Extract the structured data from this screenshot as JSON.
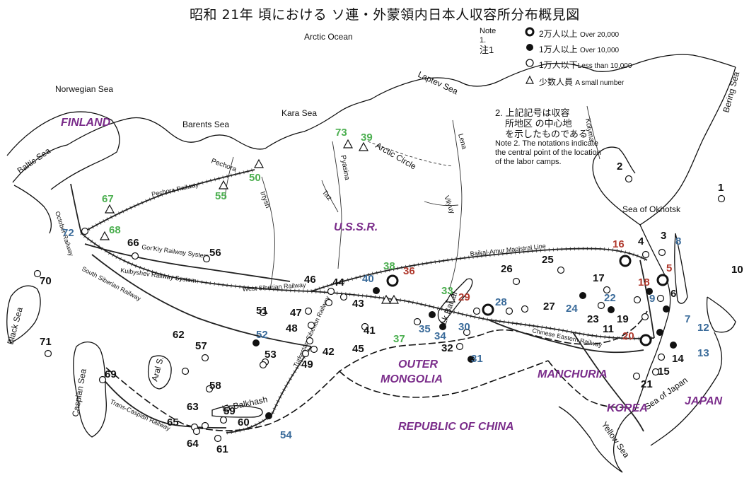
{
  "title": "昭和 21年 頃における ソ連・外蒙領内日本人収容所分布概見図",
  "legend": {
    "note1_en": "Note 1.",
    "note1_ja": "注1",
    "items": [
      {
        "ja": "2万人以上",
        "en": "Over 20,000",
        "symbol": "thick-ring"
      },
      {
        "ja": "1万人以上",
        "en": "Over 10,000",
        "symbol": "filled-circle"
      },
      {
        "ja": "1万人以下",
        "en": "Less than 10,000",
        "symbol": "open-circle"
      },
      {
        "ja": "少数人員",
        "en": "A small number",
        "symbol": "triangle"
      }
    ]
  },
  "note2": {
    "ja_line1": "2. 上記記号は収容",
    "ja_line2": "所地区 の中心地",
    "ja_line3": "を示したものである",
    "en_line1": "Note 2.  The notations indicate",
    "en_line2": "the central point of the location",
    "en_line3": "of the labor camps."
  },
  "regions": {
    "finland": "FINLAND",
    "ussr": "U.S.S.R.",
    "outer_mongolia_1": "OUTER",
    "outer_mongolia_2": "MONGOLIA",
    "manchuria": "MANCHURIA",
    "korea": "KOREA",
    "japan": "JAPAN",
    "china": "REPUBLIC OF CHINA"
  },
  "seas": {
    "arctic_ocean": "Arctic Ocean",
    "norwegian_sea": "Norwegian Sea",
    "barents_sea": "Barents Sea",
    "kara_sea": "Kara Sea",
    "laptev_sea": "Laptev Sea",
    "bering_sea": "Bering Sea",
    "sea_of_okhotsk": "Sea of Okhotsk",
    "baltic_sea": "Baltic Sea",
    "black_sea": "Black Sea",
    "caspian_sea": "Caspian Sea",
    "aral_sea": "Aral S.",
    "lk_balkhash": "Lk Balkhash",
    "lk_baikal": "Lk Baikal",
    "sea_of_japan": "Sea of Japan",
    "yellow_sea": "Yellow Sea",
    "arctic_circle": "Arctic Circle"
  },
  "rivers": {
    "pechora": "Pechora",
    "irtysh": "Irtysh",
    "taz": "Taz",
    "pyasina": "Pyasina",
    "lena": "Lena",
    "vilyuy": "Vilyuy",
    "kolyma": "Kolyma"
  },
  "railways": {
    "pechora": "Pechora Railway",
    "october": "October Railway",
    "gorkiy": "Gor'Kiy Railway System",
    "kuibyshev": "Kuibyshev Railway System",
    "south_siberian": "South Siberian Railway",
    "west_siberian": "West Siberian Railway",
    "baikal_amur": "Baikal-Amur Magistral Line",
    "turkestan_siberian": "Turkestan-Siberian Railway",
    "trans_caspian": "Trans-Caspian Railway",
    "chinese_eastern": "Chinese Eastern Railway"
  },
  "camps": [
    {
      "n": "1",
      "c": "#111111"
    },
    {
      "n": "2",
      "c": "#111111"
    },
    {
      "n": "3",
      "c": "#111111"
    },
    {
      "n": "4",
      "c": "#111111"
    },
    {
      "n": "5",
      "c": "#b03a2e"
    },
    {
      "n": "6",
      "c": "#111111"
    },
    {
      "n": "7",
      "c": "#3a6b9a"
    },
    {
      "n": "8",
      "c": "#3a6b9a"
    },
    {
      "n": "9",
      "c": "#3a6b9a"
    },
    {
      "n": "10",
      "c": "#111111"
    },
    {
      "n": "11",
      "c": "#111111"
    },
    {
      "n": "12",
      "c": "#3a6b9a"
    },
    {
      "n": "13",
      "c": "#3a6b9a"
    },
    {
      "n": "14",
      "c": "#111111"
    },
    {
      "n": "15",
      "c": "#111111"
    },
    {
      "n": "16",
      "c": "#b03a2e"
    },
    {
      "n": "17",
      "c": "#111111"
    },
    {
      "n": "18",
      "c": "#b03a2e"
    },
    {
      "n": "19",
      "c": "#111111"
    },
    {
      "n": "20",
      "c": "#b03a2e"
    },
    {
      "n": "21",
      "c": "#111111"
    },
    {
      "n": "22",
      "c": "#3a6b9a"
    },
    {
      "n": "23",
      "c": "#111111"
    },
    {
      "n": "24",
      "c": "#3a6b9a"
    },
    {
      "n": "25",
      "c": "#111111"
    },
    {
      "n": "26",
      "c": "#111111"
    },
    {
      "n": "27",
      "c": "#111111"
    },
    {
      "n": "28",
      "c": "#3a6b9a"
    },
    {
      "n": "29",
      "c": "#b03a2e"
    },
    {
      "n": "30",
      "c": "#3a6b9a"
    },
    {
      "n": "31",
      "c": "#3a6b9a"
    },
    {
      "n": "32",
      "c": "#111111"
    },
    {
      "n": "33",
      "c": "#4caf50"
    },
    {
      "n": "34",
      "c": "#3a6b9a"
    },
    {
      "n": "35",
      "c": "#3a6b9a"
    },
    {
      "n": "36",
      "c": "#b03a2e"
    },
    {
      "n": "37",
      "c": "#4caf50"
    },
    {
      "n": "38",
      "c": "#4caf50"
    },
    {
      "n": "39",
      "c": "#4caf50"
    },
    {
      "n": "40",
      "c": "#3a6b9a"
    },
    {
      "n": "41",
      "c": "#111111"
    },
    {
      "n": "42",
      "c": "#111111"
    },
    {
      "n": "43",
      "c": "#111111"
    },
    {
      "n": "44",
      "c": "#111111"
    },
    {
      "n": "45",
      "c": "#111111"
    },
    {
      "n": "46",
      "c": "#111111"
    },
    {
      "n": "47",
      "c": "#111111"
    },
    {
      "n": "48",
      "c": "#111111"
    },
    {
      "n": "49",
      "c": "#111111"
    },
    {
      "n": "50",
      "c": "#4caf50"
    },
    {
      "n": "51",
      "c": "#111111"
    },
    {
      "n": "52",
      "c": "#3a6b9a"
    },
    {
      "n": "53",
      "c": "#111111"
    },
    {
      "n": "54",
      "c": "#3a6b9a"
    },
    {
      "n": "55",
      "c": "#4caf50"
    },
    {
      "n": "56",
      "c": "#111111"
    },
    {
      "n": "57",
      "c": "#111111"
    },
    {
      "n": "58",
      "c": "#111111"
    },
    {
      "n": "59",
      "c": "#111111"
    },
    {
      "n": "60",
      "c": "#111111"
    },
    {
      "n": "61",
      "c": "#111111"
    },
    {
      "n": "62",
      "c": "#111111"
    },
    {
      "n": "63",
      "c": "#111111"
    },
    {
      "n": "64",
      "c": "#111111"
    },
    {
      "n": "65",
      "c": "#111111"
    },
    {
      "n": "66",
      "c": "#111111"
    },
    {
      "n": "67",
      "c": "#4caf50"
    },
    {
      "n": "68",
      "c": "#4caf50"
    },
    {
      "n": "69",
      "c": "#111111"
    },
    {
      "n": "70",
      "c": "#111111"
    },
    {
      "n": "71",
      "c": "#111111"
    },
    {
      "n": "72",
      "c": "#3a6b9a"
    },
    {
      "n": "73",
      "c": "#4caf50"
    }
  ],
  "colors": {
    "region": "#7a2c8a",
    "camp_red": "#b03a2e",
    "camp_blue": "#3a6b9a",
    "camp_green": "#4caf50",
    "ink": "#111111"
  }
}
